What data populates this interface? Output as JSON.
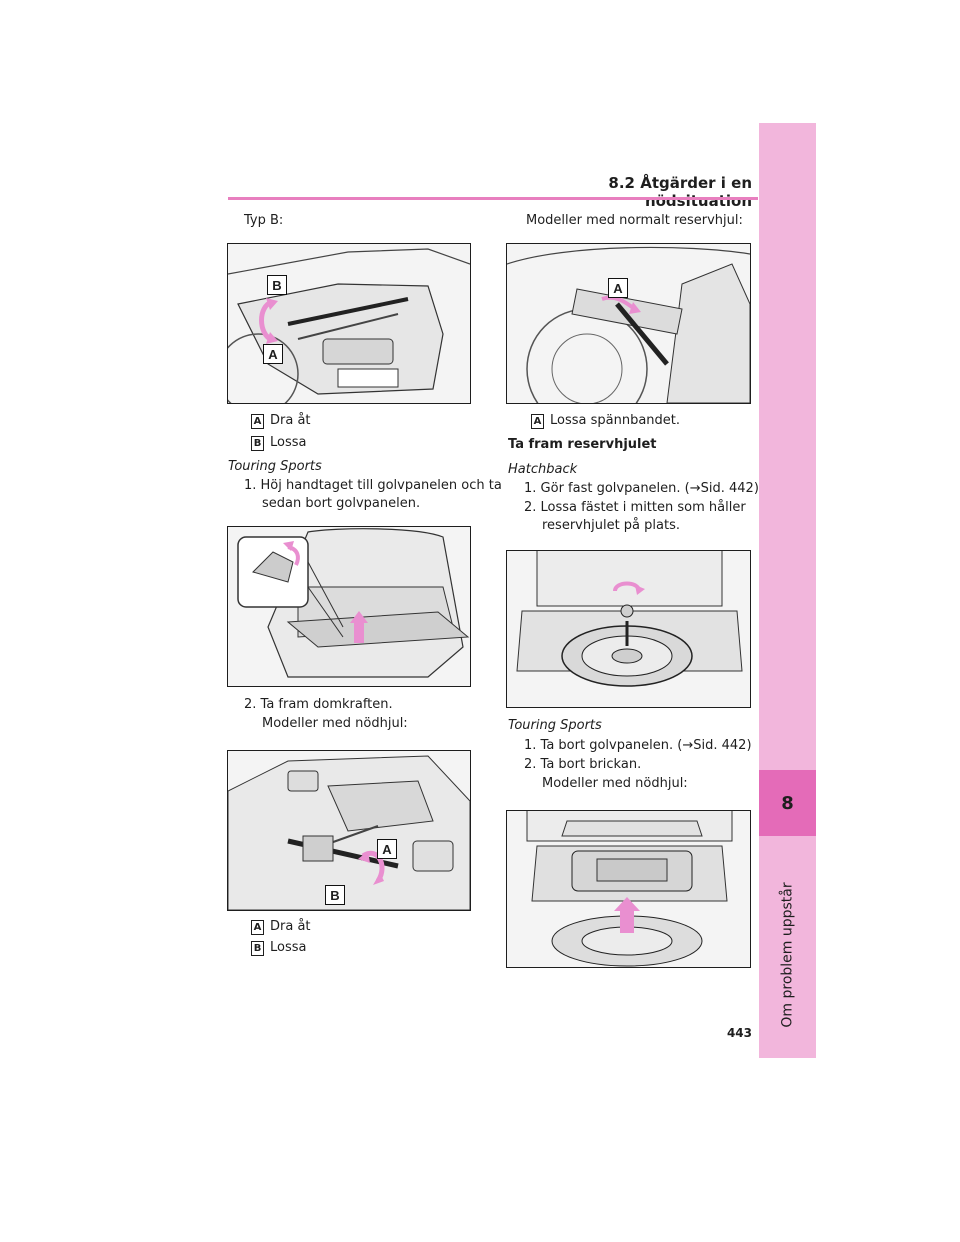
{
  "header": {
    "section": "8.2 Åtgärder i en nödsituation"
  },
  "sidebar": {
    "chapter_number": "8",
    "chapter_title": "Om problem uppstår"
  },
  "page_number": "443",
  "left": {
    "type_b": "Typ B:",
    "fig1_labels": {
      "a": "A",
      "b": "B"
    },
    "legend1": [
      {
        "badge": "A",
        "text": "Dra åt"
      },
      {
        "badge": "B",
        "text": "Lossa"
      }
    ],
    "touring_heading": "Touring Sports",
    "step1_line1": "1. Höj handtaget till golvpanelen och ta",
    "step1_line2": "sedan bort golvpanelen.",
    "step2": "2. Ta fram domkraften.",
    "models_spare": "Modeller med nödhjul:",
    "fig3_labels": {
      "a": "A",
      "b": "B"
    },
    "legend2": [
      {
        "badge": "A",
        "text": "Dra åt"
      },
      {
        "badge": "B",
        "text": "Lossa"
      }
    ]
  },
  "right": {
    "models_normal": "Modeller med normalt reservhjul:",
    "fig_r1_label": "A",
    "legend_r1": {
      "badge": "A",
      "text": "Lossa spännbandet."
    },
    "heading_take_out": "Ta fram reservhjulet",
    "hatchback": "Hatchback",
    "hb_step1": "1. Gör fast golvpanelen. (→Sid. 442)",
    "hb_step2_line1": "2. Lossa fästet i mitten som håller",
    "hb_step2_line2": "reservhjulet på plats.",
    "touring_heading": "Touring Sports",
    "ts_step1": "1. Ta bort golvpanelen. (→Sid. 442)",
    "ts_step2": "2. Ta bort brickan.",
    "models_spare": "Modeller med nödhjul:"
  },
  "colors": {
    "accent": "#e46bb8",
    "tab": "#f2b6dc",
    "arrow": "#e98fd0"
  }
}
